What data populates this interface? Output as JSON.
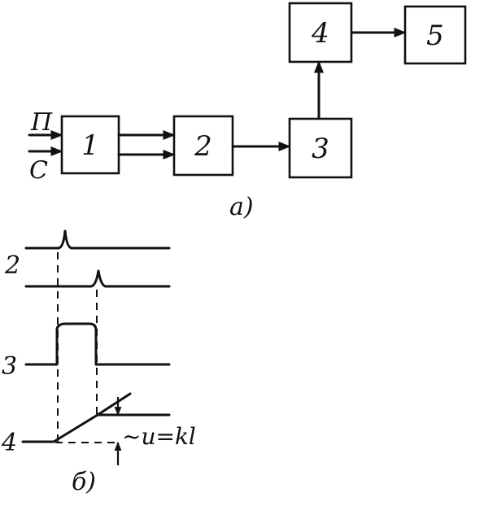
{
  "diagram": {
    "part_a": {
      "caption": "а)",
      "inputs": {
        "top": "П",
        "bottom": "С"
      },
      "blocks": [
        "1",
        "2",
        "3",
        "4",
        "5"
      ]
    },
    "part_b": {
      "caption": "б)",
      "row_labels": {
        "pulses": "2",
        "gate": "3",
        "ramp": "4"
      },
      "formula": "~u=kl"
    }
  }
}
